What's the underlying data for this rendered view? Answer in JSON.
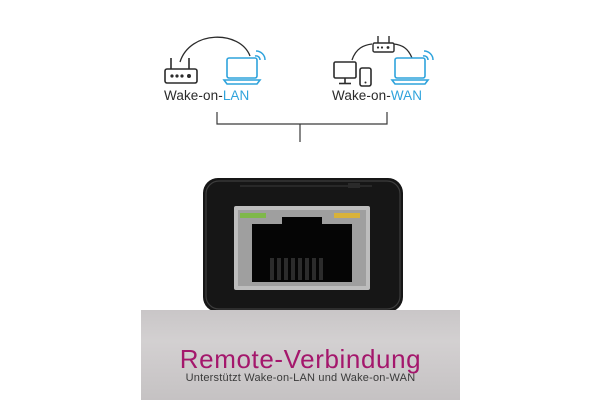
{
  "features": {
    "lan": {
      "prefix": "Wake-on-",
      "highlight": "LAN"
    },
    "wan": {
      "prefix": "Wake-on-",
      "highlight": "WAN"
    }
  },
  "banner": {
    "title": "Remote-Verbindung",
    "subtitle": "Unterstützt Wake-on-LAN und Wake-on-WAN"
  },
  "colors": {
    "accent_blue": "#2fa3dc",
    "title_magenta": "#a4176c",
    "icon_dark": "#2b2b2b",
    "port_led_green": "#7fb84a",
    "port_led_amber": "#d8b23a"
  },
  "icons": [
    "router-icon",
    "laptop-icon",
    "wifi-signal-icon",
    "desktop-icon",
    "phone-icon"
  ]
}
